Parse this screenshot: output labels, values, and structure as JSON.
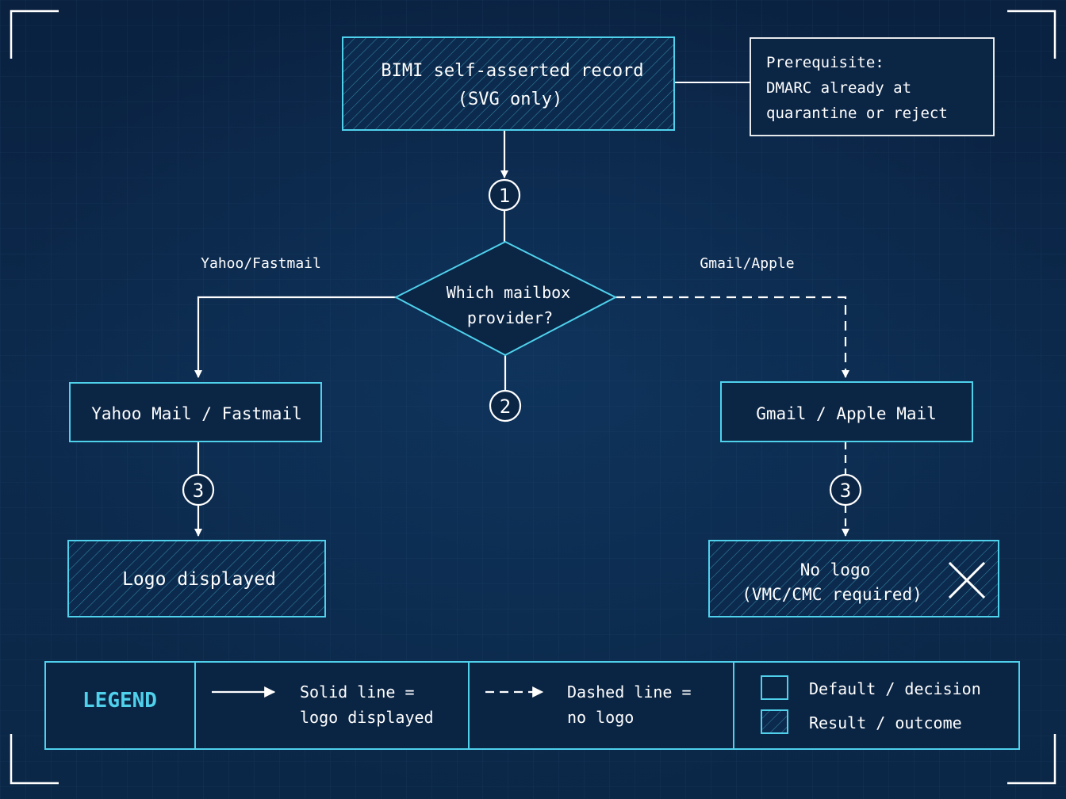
{
  "nodes": {
    "start": {
      "line1": "BIMI self-asserted record",
      "line2": "(SVG only)"
    },
    "prereq": {
      "line1": "Prerequisite:",
      "line2": "DMARC already at",
      "line3": "quarantine or reject"
    },
    "decision": {
      "line1": "Which mailbox",
      "line2": "provider?"
    },
    "yahoo": {
      "label": "Yahoo Mail / Fastmail"
    },
    "gmail": {
      "label": "Gmail / Apple Mail"
    },
    "logo_displayed": {
      "label": "Logo displayed"
    },
    "no_logo": {
      "line1": "No logo",
      "line2": "(VMC/CMC required)"
    }
  },
  "edges": {
    "left_label": "Yahoo/Fastmail",
    "right_label": "Gmail/Apple"
  },
  "steps": {
    "step1": "1",
    "step2": "2",
    "step3_left": "3",
    "step3_right": "3"
  },
  "legend": {
    "title": "LEGEND",
    "solid_line1": "Solid line =",
    "solid_line2": "logo displayed",
    "dashed_line1": "Dashed line =",
    "dashed_line2": "no logo",
    "default_label": "Default / decision",
    "result_label": "Result / outcome"
  },
  "colors": {
    "background": "#0b2545",
    "accent_cyan": "#4fd1ec",
    "line_white": "#ffffff",
    "legend_title": "#4fd1ec"
  }
}
